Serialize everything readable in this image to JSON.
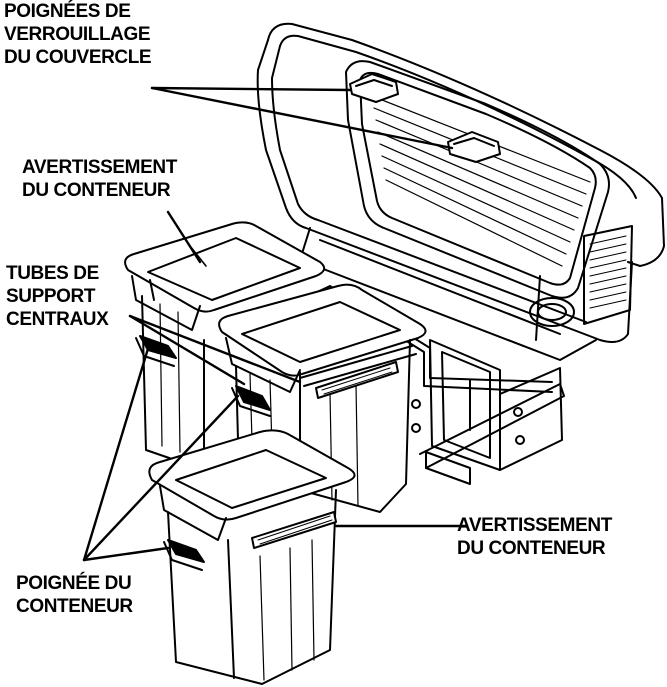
{
  "labels": {
    "lid_handles": [
      "POIGNÉES DE",
      "VERROUILLAGE",
      "DU COUVERCLE"
    ],
    "container_warning_top": [
      "AVERTISSEMENT",
      "DU CONTENEUR"
    ],
    "support_tubes": [
      "TUBES DE",
      "SUPPORT",
      "CENTRAUX"
    ],
    "container_warning_bottom": [
      "AVERTISSEMENT",
      "DU CONTENEUR"
    ],
    "container_handle": [
      "POIGNÉE DU",
      "CONTENEUR"
    ]
  }
}
